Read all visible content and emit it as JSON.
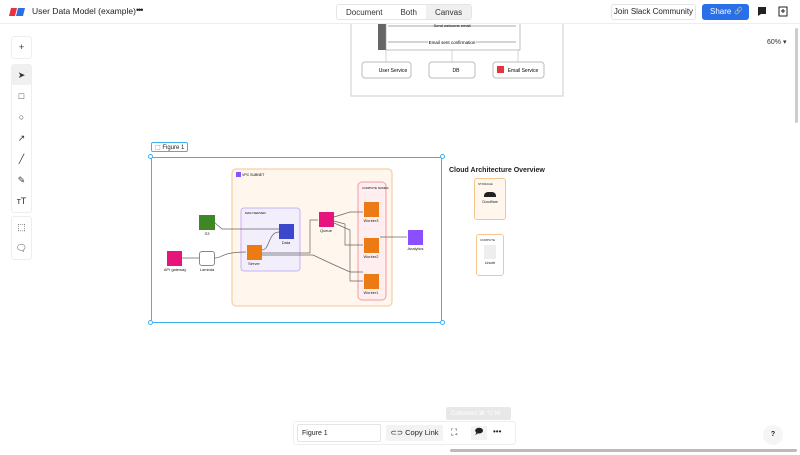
{
  "header": {
    "title": "User Data Model (example)",
    "more": "•••",
    "views": [
      "Document",
      "Both",
      "Canvas"
    ],
    "active_view": "Canvas",
    "slack": "Join Slack Community",
    "share": "Share"
  },
  "toolbar": {
    "tools": [
      "add",
      "select",
      "rectangle",
      "ellipse",
      "arrow",
      "line",
      "pencil",
      "text",
      "frame",
      "comment"
    ],
    "active": "select"
  },
  "zoom": "60%",
  "top_diagram": {
    "msg1": "Send welcome email",
    "msg2": "Email sent confirmation",
    "nodes": [
      "User Service",
      "DB",
      "Email Service"
    ]
  },
  "figure": {
    "label": "Figure 1",
    "vpc": "VPC SUBNET",
    "main_server": "MAIN SERVER",
    "compute_nodes": "COMPUTE NODES",
    "nodes": {
      "s3": "S3",
      "api": "API gateway",
      "lambda": "Lambda",
      "server": "Server",
      "data": "Data",
      "queue": "Queue",
      "w3": "Worker3",
      "w2": "Worker2",
      "w1": "Worker1",
      "analytics": "Analytics"
    }
  },
  "overview": {
    "title": "Cloud Architecture Overview",
    "storage": "STORAGE",
    "cloudflare": "Cloudflare",
    "compute": "COMPUTE",
    "linode": "Linode"
  },
  "bottom": {
    "figure_name": "Figure 1",
    "copy_link": "Copy Link",
    "tooltip": "Comment ⌘ ⌥ M",
    "help": "?"
  },
  "colors": {
    "accent": "#2a6ee8",
    "selection": "#3fb0f0",
    "orange": "#ed7b14",
    "green": "#3f8624",
    "pink": "#e7157b",
    "purple": "#8c4fff"
  }
}
